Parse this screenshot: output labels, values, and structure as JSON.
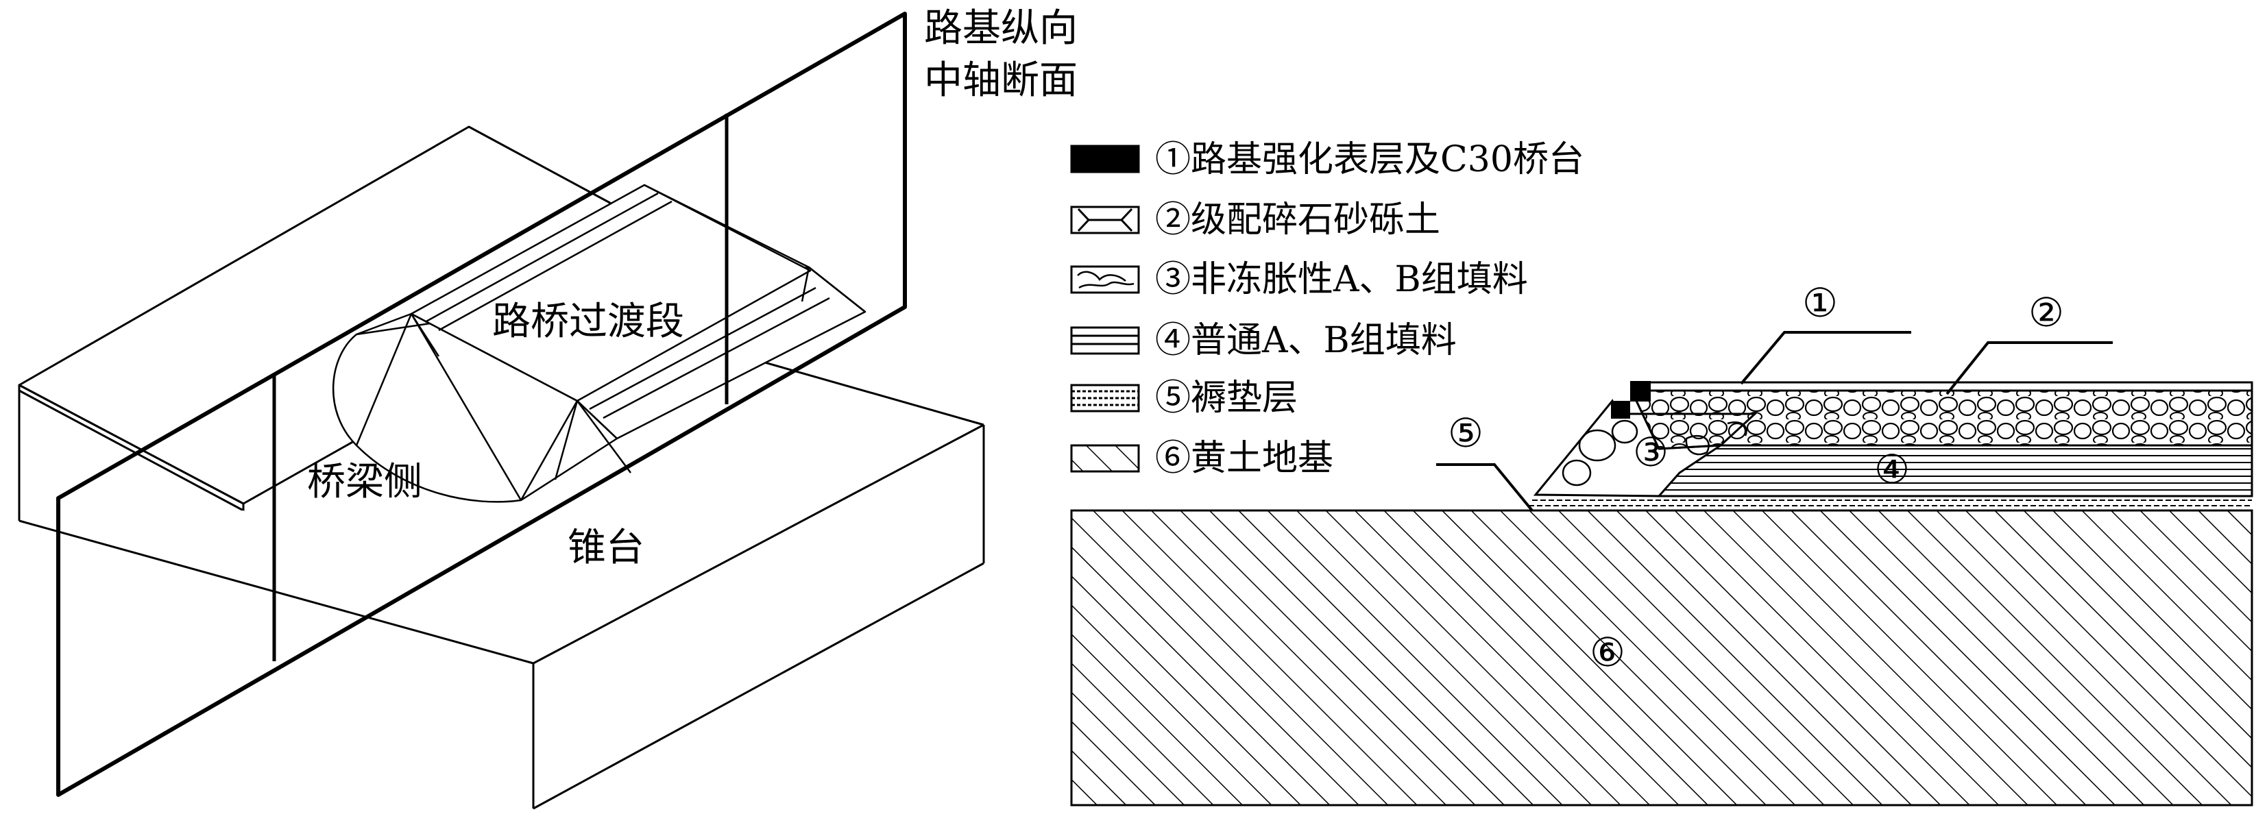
{
  "left_panel": {
    "section_label_line1": "路基纵向",
    "section_label_line2": "中轴断面",
    "transition_label": "路桥过渡段",
    "bridge_side_label": "桥梁侧",
    "cone_label": "锥台"
  },
  "legend": {
    "items": [
      {
        "symbol": "solid",
        "label": "①路基强化表层及C30桥台"
      },
      {
        "symbol": "gravel",
        "label": "②级配碎石砂砾土"
      },
      {
        "symbol": "nonfrost",
        "label": "③非冻胀性A、B组填料"
      },
      {
        "symbol": "lines",
        "label": "④普通A、B组填料"
      },
      {
        "symbol": "cushion",
        "label": "⑤褥垫层"
      },
      {
        "symbol": "hatch",
        "label": "⑥黄土地基"
      }
    ]
  },
  "cross_section": {
    "callout_1": "①",
    "callout_2": "②",
    "callout_3": "③",
    "callout_4": "④",
    "callout_5": "⑤",
    "callout_6": "⑥"
  }
}
